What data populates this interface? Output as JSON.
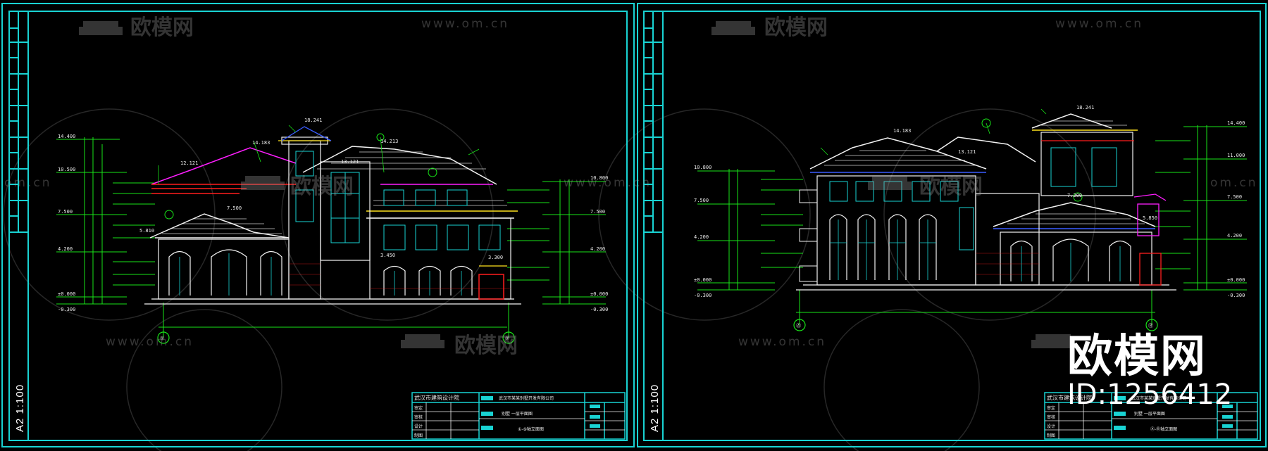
{
  "sheets": [
    {
      "scale_label": "A2 1:100",
      "elev_labels_left": [
        "14.400",
        "10.500",
        "7.500",
        "4.200",
        "±0.000",
        "-0.300"
      ],
      "elev_labels_right": [
        "10.800",
        "7.500",
        "4.200",
        "±0.000",
        "-0.300"
      ],
      "top_labels": [
        "18.241",
        "14.183",
        "12.121",
        "14.213",
        "13.121"
      ],
      "mid_labels": [
        "7.500",
        "5.810",
        "3.450",
        "3.300"
      ],
      "axis_bubbles": [
        "①",
        "⑨"
      ],
      "titleblock": {
        "company": "武汉市建筑设计院",
        "project": "武汉市某某别墅开发有限公司",
        "drawing": "别墅 一层平面图",
        "rows": [
          "审定",
          "审核",
          "设计",
          "制图"
        ],
        "sheet_title": "①-⑨轴立面图"
      }
    },
    {
      "scale_label": "A2 1:100",
      "elev_labels_left": [
        "10.800",
        "7.500",
        "4.200",
        "±0.000",
        "-0.300"
      ],
      "elev_labels_right": [
        "14.400",
        "11.000",
        "7.500",
        "4.200",
        "±0.000",
        "-0.300"
      ],
      "top_labels": [
        "18.241",
        "14.183",
        "13.121"
      ],
      "mid_labels": [
        "7.200",
        "5.850"
      ],
      "axis_bubbles": [
        "Ⓐ",
        "Ⓡ"
      ],
      "titleblock": {
        "company": "武汉市建筑设计院",
        "project": "武汉市某某别墅开发有限公司",
        "drawing": "别墅 一层平面图",
        "rows": [
          "审定",
          "审核",
          "设计",
          "制图"
        ],
        "sheet_title": "Ⓐ-Ⓡ轴立面图"
      }
    }
  ],
  "watermark": {
    "cn": "欧模网",
    "url": "www.om.cn",
    "url_partial": "om.cn"
  },
  "brand": {
    "name": "欧模网",
    "id": "ID:1256412"
  },
  "colors": {
    "frame": "#19d3d3",
    "cad_white": "#f2f2f2",
    "cad_green": "#18e418",
    "cad_red": "#ff1e1e",
    "cad_magenta": "#ff1eff",
    "cad_yellow": "#ffe21e",
    "cad_blue": "#3a5cff"
  }
}
